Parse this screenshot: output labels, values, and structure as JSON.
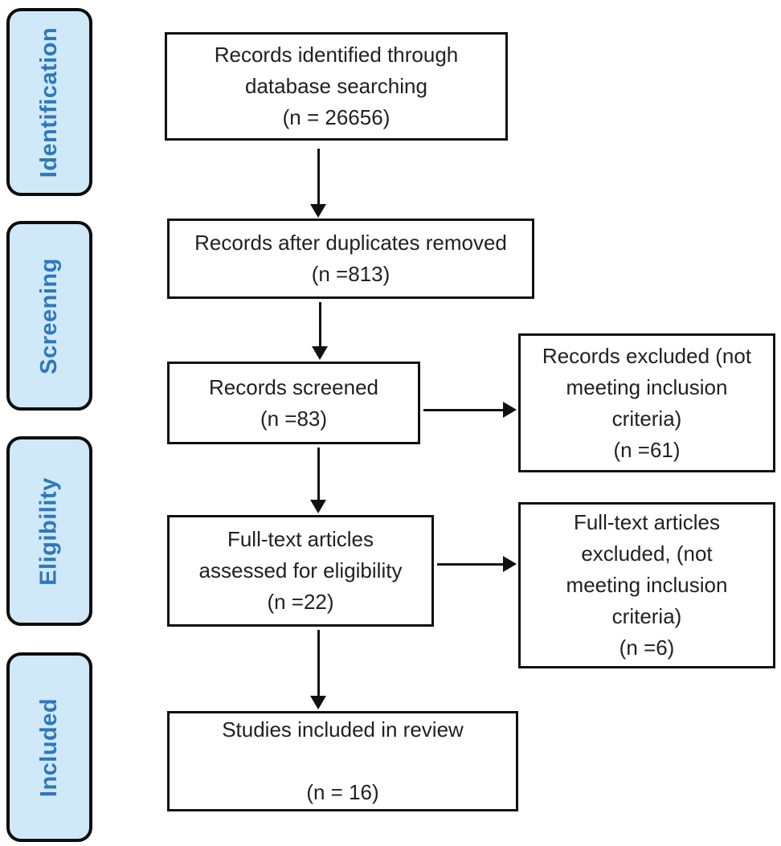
{
  "colors": {
    "stage_fill": "#cfe9f8",
    "stage_text": "#2e78ba",
    "stage_border": "#0d0d0d",
    "box_border": "#111111",
    "box_text": "#212121",
    "background": "#ffffff"
  },
  "stages": [
    {
      "label": "Identification"
    },
    {
      "label": "Screening"
    },
    {
      "label": "Eligibility"
    },
    {
      "label": "Included"
    }
  ],
  "flow_boxes": [
    {
      "id": "records-identified",
      "lines": [
        "Records identified through",
        "database searching",
        "(n = 26656)"
      ]
    },
    {
      "id": "duplicates-removed",
      "lines": [
        "Records after duplicates removed",
        "(n =813)"
      ]
    },
    {
      "id": "records-screened",
      "lines": [
        "Records screened",
        "(n =83)"
      ]
    },
    {
      "id": "fulltext-assessed",
      "lines": [
        "Full-text articles",
        "assessed for eligibility",
        "(n =22)"
      ]
    },
    {
      "id": "studies-included",
      "lines": [
        "Studies included in review",
        "",
        "(n = 16)"
      ]
    }
  ],
  "exclusion_boxes": [
    {
      "id": "records-excluded",
      "lines": [
        "Records excluded (not",
        "meeting inclusion",
        "criteria)",
        "(n =61)"
      ]
    },
    {
      "id": "fulltext-excluded",
      "lines": [
        "Full-text articles",
        "excluded, (not",
        "meeting inclusion",
        "criteria)",
        "(n =6)"
      ]
    }
  ]
}
